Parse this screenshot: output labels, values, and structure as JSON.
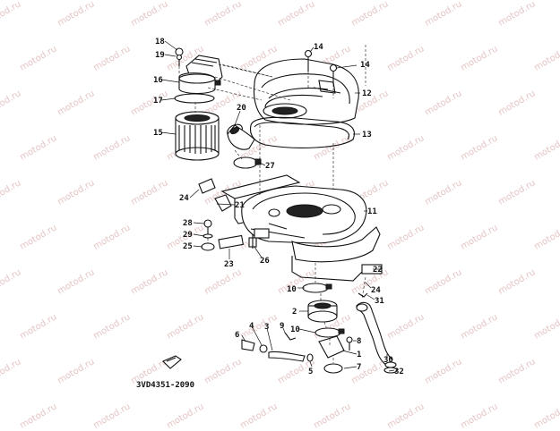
{
  "watermark": "motod.ru",
  "diagram_code": "3VD4351-2090",
  "callouts": {
    "c1": "1",
    "c2": "2",
    "c3": "3",
    "c4": "4",
    "c5": "5",
    "c6": "6",
    "c7": "7",
    "c8": "8",
    "c9": "9",
    "c10a": "10",
    "c10b": "10",
    "c11": "11",
    "c12": "12",
    "c13": "13",
    "c14a": "14",
    "c14b": "14",
    "c15": "15",
    "c16": "16",
    "c17": "17",
    "c18": "18",
    "c19": "19",
    "c20": "20",
    "c21": "21",
    "c22": "22",
    "c23": "23",
    "c24a": "24",
    "c24b": "24",
    "c25": "25",
    "c26": "26",
    "c27": "27",
    "c28": "28",
    "c29": "29",
    "c30": "30",
    "c31": "31",
    "c32": "32"
  }
}
